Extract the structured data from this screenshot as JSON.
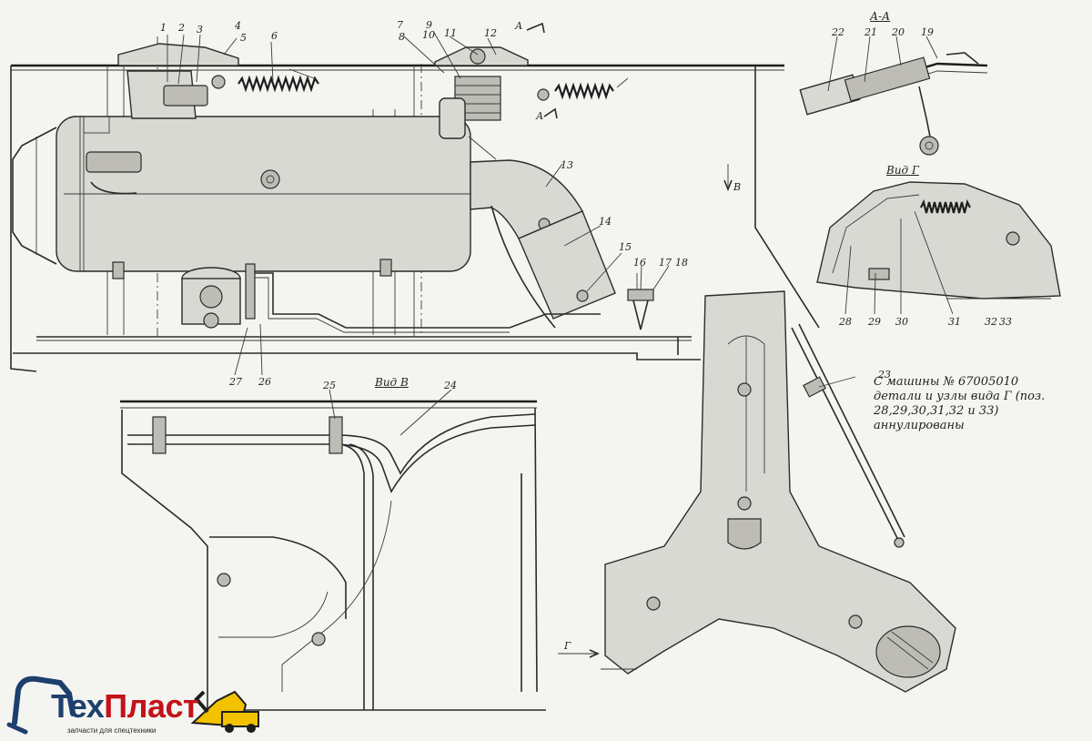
{
  "callouts": [
    "1",
    "2",
    "3",
    "4",
    "5",
    "6",
    "7",
    "8",
    "9",
    "10",
    "11",
    "12",
    "13",
    "14",
    "15",
    "16",
    "17",
    "18",
    "19",
    "20",
    "21",
    "22",
    "23",
    "24",
    "25",
    "26",
    "27",
    "28",
    "29",
    "30",
    "31",
    "32",
    "33"
  ],
  "section_label": "А-А",
  "section_marker": "А",
  "view_marker_b": "В",
  "view_marker_g": "Г",
  "view_g_title": "Вид Г",
  "view_b_title": "Вид В",
  "note": "С машины № 67005010 детали и узлы вида Г (поз. 28,29,30,31,32 и 33) аннулированы",
  "logo": {
    "name_part1": "Тех",
    "name_part2": "Пласт",
    "tagline": "запчасти для спецтехники",
    "primary_color": "#1d3f6e",
    "accent_color": "#c4121a",
    "icon": "excavator-icon"
  }
}
